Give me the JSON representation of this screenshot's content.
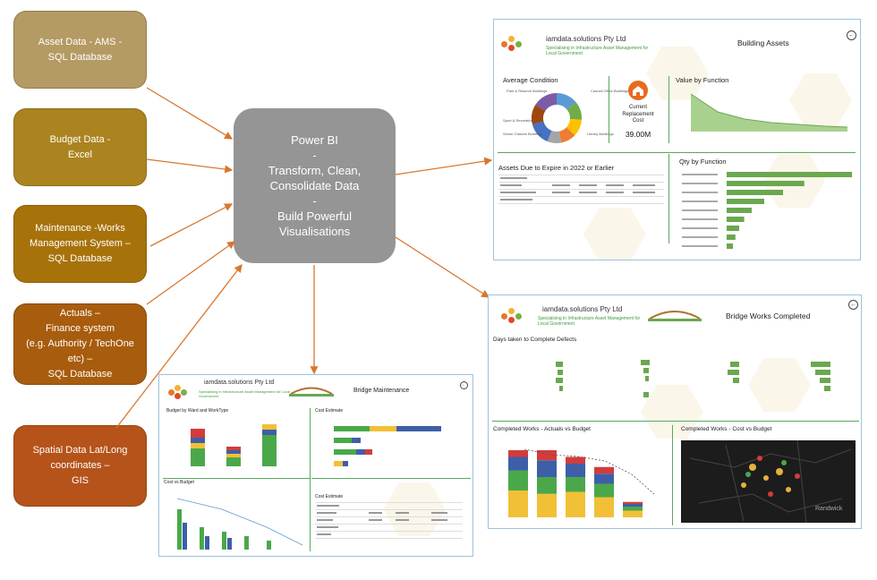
{
  "sources": [
    {
      "lines": [
        "Asset Data - AMS -",
        "SQL Database"
      ],
      "color": "#b49a63"
    },
    {
      "lines": [
        "Budget Data -",
        "Excel"
      ],
      "color": "#ab8420"
    },
    {
      "lines": [
        "Maintenance -Works",
        "Management System –",
        "SQL Database"
      ],
      "color": "#a8720a"
    },
    {
      "lines": [
        "Actuals –",
        "Finance system",
        "(e.g. Authority / TechOne",
        "etc) –",
        "SQL Database"
      ],
      "color": "#a85c0d"
    },
    {
      "lines": [
        "Spatial Data Lat/Long",
        "coordinates –",
        "GIS"
      ],
      "color": "#b5531a"
    }
  ],
  "hub": {
    "lines": [
      "Power BI",
      "-",
      "Transform, Clean,",
      "Consolidate Data",
      "-",
      "Build Powerful",
      "Visualisations"
    ],
    "color": "#959595"
  },
  "arrow_color": "#d9772e",
  "company": {
    "name": "iamdata.solutions Pty Ltd",
    "tagline": "Specialising in Infrastructure Asset Management for Local Government"
  },
  "dash_building": {
    "title": "Building Assets",
    "avg_condition": "Average Condition",
    "crc_label": "Current Replacement Cost",
    "crc_value": "39.00M",
    "value_by_function": "Value by Function",
    "expire": "Assets Due to Expire in 2022 or Earlier",
    "qty_by_function": "Qty by Function",
    "donut": [
      {
        "value": 14,
        "color": "#5b9bd5"
      },
      {
        "value": 12,
        "color": "#70ad47"
      },
      {
        "value": 11,
        "color": "#ffc000"
      },
      {
        "value": 10,
        "color": "#ed7d31"
      },
      {
        "value": 9,
        "color": "#a5a5a5"
      },
      {
        "value": 15,
        "color": "#4472c4"
      },
      {
        "value": 13,
        "color": "#9e480e"
      },
      {
        "value": 16,
        "color": "#7d5ba6"
      }
    ],
    "qty_values": [
      100,
      62,
      45,
      30,
      20,
      14,
      10,
      7,
      5
    ]
  },
  "dash_works": {
    "title": "Bridge Works Completed",
    "defects": "Days taken to Complete Defects",
    "actuals": "Completed Works - Actuals vs Budget",
    "cost_budget": "Completed Works - Cost vs Budget",
    "map_place": "Randwick",
    "stacked": [
      [
        40,
        30,
        20,
        10
      ],
      [
        35,
        25,
        25,
        15
      ],
      [
        38,
        22,
        20,
        10
      ],
      [
        30,
        20,
        15,
        10
      ],
      [
        10,
        6,
        4,
        3
      ]
    ],
    "stack_colors": [
      "#f2c037",
      "#4aa84a",
      "#3e5fa8",
      "#d23c3c"
    ]
  },
  "dash_maint": {
    "title": "Bridge Maintenance",
    "budget_ward": "Budget by Ward and WorkType",
    "cost_estimate": "Cost Estimate",
    "cost_vs_budget": "Cost vs Budget",
    "cost_estimate_table": "Cost Estimate"
  }
}
